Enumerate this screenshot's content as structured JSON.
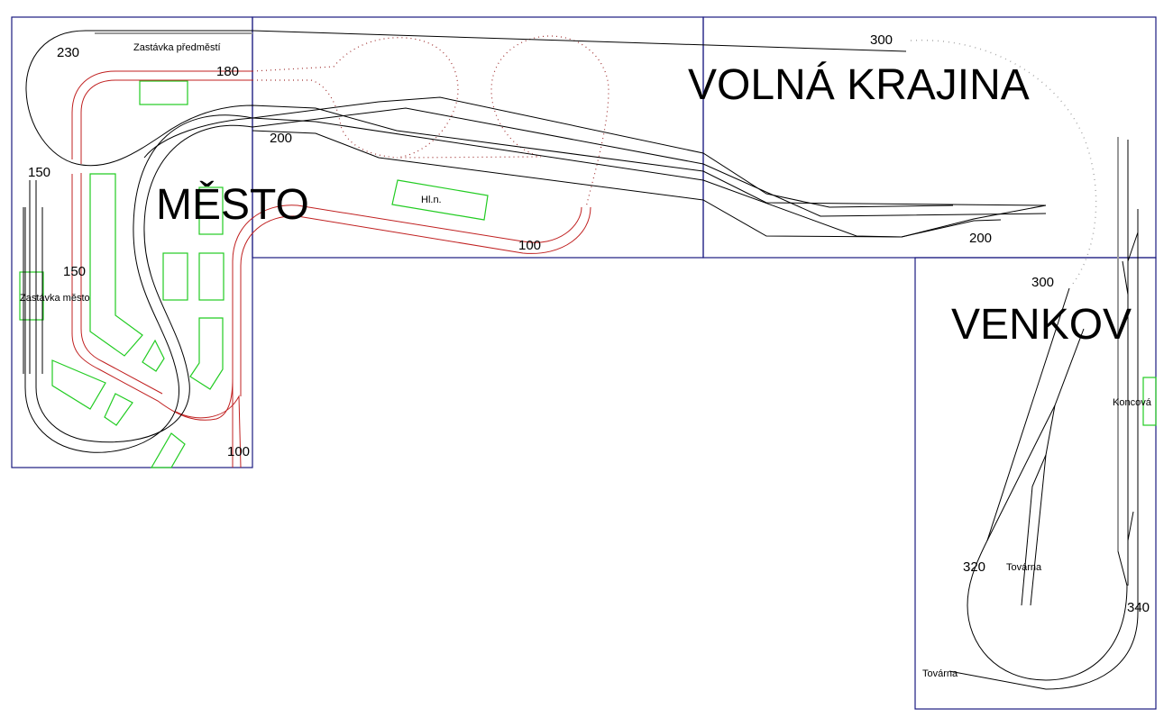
{
  "regions": {
    "city": "MĚSTO",
    "open_country": "VOLNÁ KRAJINA",
    "countryside": "VENKOV"
  },
  "stations": {
    "suburb_stop": "Zastávka předměstí",
    "city_stop": "Zastávka město",
    "main_station": "Hl.n.",
    "terminal": "Koncová",
    "factory_1": "Továrna",
    "factory_2": "Továrna"
  },
  "heights": {
    "h230": "230",
    "h180": "180",
    "h200_city": "200",
    "h150_top": "150",
    "h150_mid": "150",
    "h100_city": "100",
    "h100_mid": "100",
    "h300_top": "300",
    "h200_right": "200",
    "h300_venkov": "300",
    "h320": "320",
    "h340": "340"
  },
  "colors": {
    "board_outline": "#1a1a80",
    "track": "#000000",
    "upper_track": "#c02020",
    "building": "#22cc22"
  }
}
